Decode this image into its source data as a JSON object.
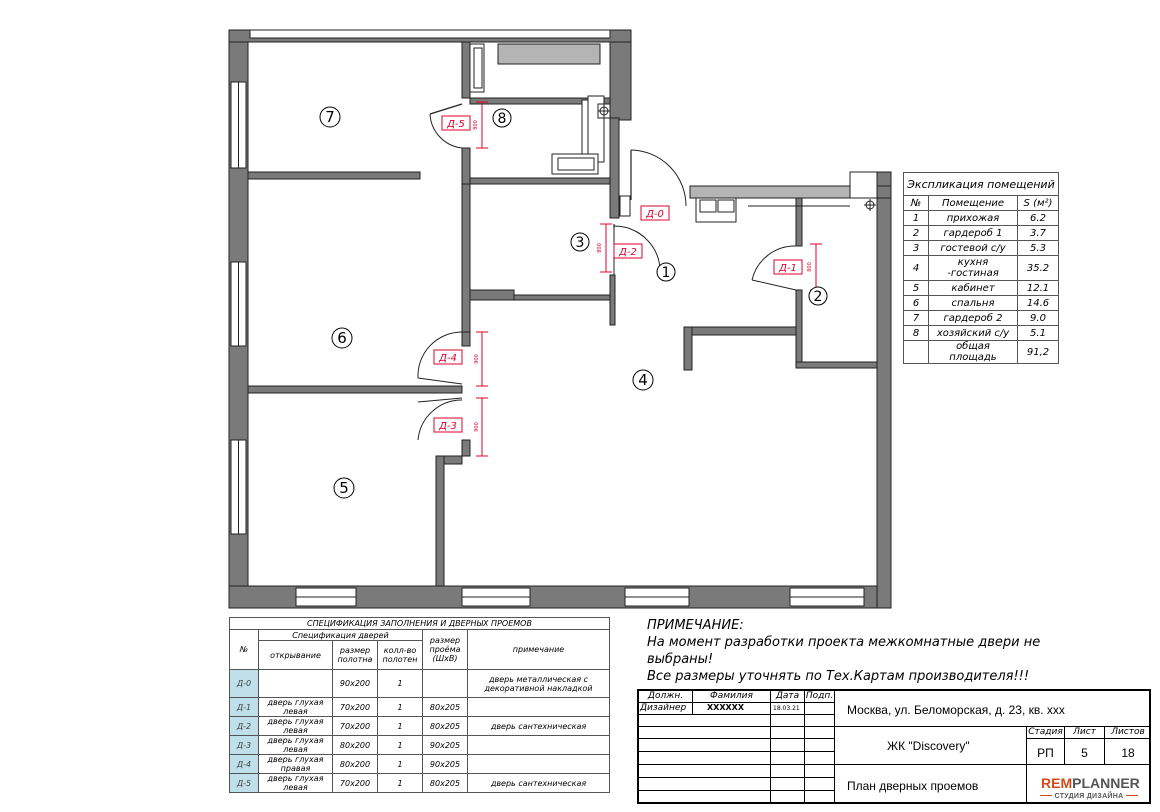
{
  "plan": {
    "rooms": [
      {
        "label": "7"
      },
      {
        "label": "8"
      },
      {
        "label": "3"
      },
      {
        "label": "1"
      },
      {
        "label": "2"
      },
      {
        "label": "6"
      },
      {
        "label": "4"
      },
      {
        "label": "5"
      }
    ],
    "doors": [
      {
        "tag": "Д-0"
      },
      {
        "tag": "Д-1",
        "dim": "800"
      },
      {
        "tag": "Д-2",
        "dim": "800"
      },
      {
        "tag": "Д-3",
        "dim": "900"
      },
      {
        "tag": "Д-4",
        "dim": "900"
      },
      {
        "tag": "Д-5",
        "dim": "800"
      }
    ]
  },
  "explication": {
    "title": "Экспликация помещений",
    "headers": [
      "№",
      "Помещение",
      "S (м²)"
    ],
    "rows": [
      [
        "1",
        "прихожая",
        "6.2"
      ],
      [
        "2",
        "гардероб 1",
        "3.7"
      ],
      [
        "3",
        "гостевой с/у",
        "5.3"
      ],
      [
        "4",
        "кухня -гостиная",
        "35.2"
      ],
      [
        "5",
        "кабинет",
        "12.1"
      ],
      [
        "6",
        "спальня",
        "14.6"
      ],
      [
        "7",
        "гардероб 2",
        "9.0"
      ],
      [
        "8",
        "хозяйский с/у",
        "5.1"
      ]
    ],
    "total_label": "общая площадь",
    "total_value": "91,2"
  },
  "spec": {
    "title": "СПЕЦИФИКАЦИЯ ЗАПОЛНЕНИЯ И ДВЕРНЫХ ПРОЕМОВ",
    "col_num": "№",
    "group": "Спецификация дверей",
    "col_open": "открывание",
    "col_size": "размер полотна",
    "col_count": "колл-во полотен",
    "col_opening": "размер проёма (ШхВ)",
    "col_note": "примечание",
    "rows": [
      [
        "Д-0",
        "",
        "90х200",
        "1",
        "",
        "дверь металлическая с декоративной накладкой"
      ],
      [
        "Д-1",
        "дверь глухая левая",
        "70х200",
        "1",
        "80х205",
        ""
      ],
      [
        "Д-2",
        "дверь глухая левая",
        "70х200",
        "1",
        "80х205",
        "дверь сантехническая"
      ],
      [
        "Д-3",
        "дверь глухая левая",
        "80х200",
        "1",
        "90х205",
        ""
      ],
      [
        "Д-4",
        "дверь глухая правая",
        "80х200",
        "1",
        "90х205",
        ""
      ],
      [
        "Д-5",
        "дверь глухая левая",
        "70х200",
        "1",
        "80х205",
        "дверь сантехническая"
      ]
    ]
  },
  "note": {
    "title": "ПРИМЕЧАНИЕ:",
    "line1": "На момент разработки проекта межкомнатные двери не",
    "line2": "выбраны!",
    "line3": "Все размеры уточнять по Тех.Картам производителя!!!"
  },
  "stamp": {
    "h_role": "Должн.",
    "h_name": "Фамилия",
    "h_date": "Дата",
    "h_sign": "Подп.",
    "role": "Дизайнер",
    "name": "XXXXXX",
    "date": "18.03.21",
    "address": "Москва, ул. Беломорская, д. 23, кв. ххх",
    "project": "ЖК \"Discovery\"",
    "h_stage": "Стадия",
    "h_sheet": "Лист",
    "h_sheets": "Листов",
    "stage": "РП",
    "sheet": "5",
    "sheets": "18",
    "drawing": "План дверных проемов",
    "logo_a": "REM",
    "logo_b": "PLANNER",
    "logo_sub": "СТУДИЯ ДИЗАЙНА"
  }
}
